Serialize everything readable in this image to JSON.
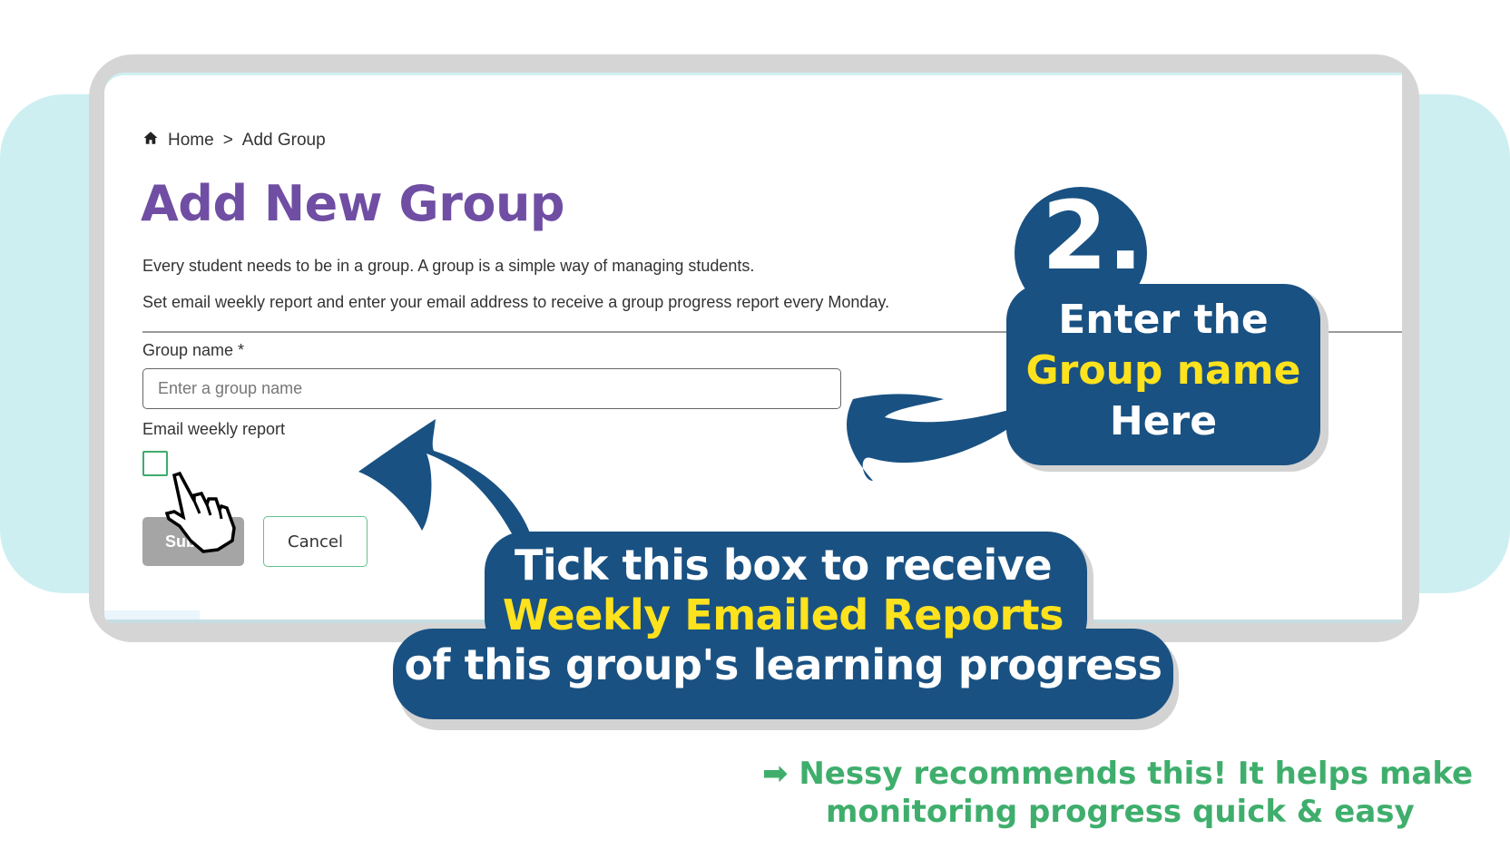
{
  "breadcrumb": {
    "home_icon": "home-icon",
    "home_label": "Home",
    "separator": ">",
    "current": "Add Group"
  },
  "page": {
    "title": "Add New Group",
    "description_1": "Every student needs to be in a group. A group is a simple way of managing students.",
    "description_2": "Set email weekly report and enter your email address to receive a group progress report every Monday."
  },
  "form": {
    "group_name_label": "Group name *",
    "group_name_placeholder": "Enter a group name",
    "group_name_value": "",
    "email_weekly_label": "Email weekly report",
    "email_weekly_checked": false,
    "submit_label": "Submit",
    "cancel_label": "Cancel"
  },
  "callouts": {
    "step_number": "2.",
    "group_name": {
      "line1": "Enter the",
      "line2": "Group name",
      "line3": "Here"
    },
    "tick_box": {
      "line1": "Tick this box to receive",
      "line2": "Weekly Emailed Reports",
      "line3": "of this group's learning progress"
    }
  },
  "footer": {
    "arrow_glyph": "➡",
    "line1": "Nessy recommends this! It helps make",
    "line2": "monitoring progress quick & easy"
  },
  "colors": {
    "title_purple": "#6f4ea3",
    "callout_blue": "#195182",
    "highlight_yellow": "#fde21d",
    "footer_green": "#3fae6c",
    "checkbox_green": "#3fab6c",
    "background_cyan": "#ceeff2",
    "frame_grey": "#d5d5d5"
  }
}
